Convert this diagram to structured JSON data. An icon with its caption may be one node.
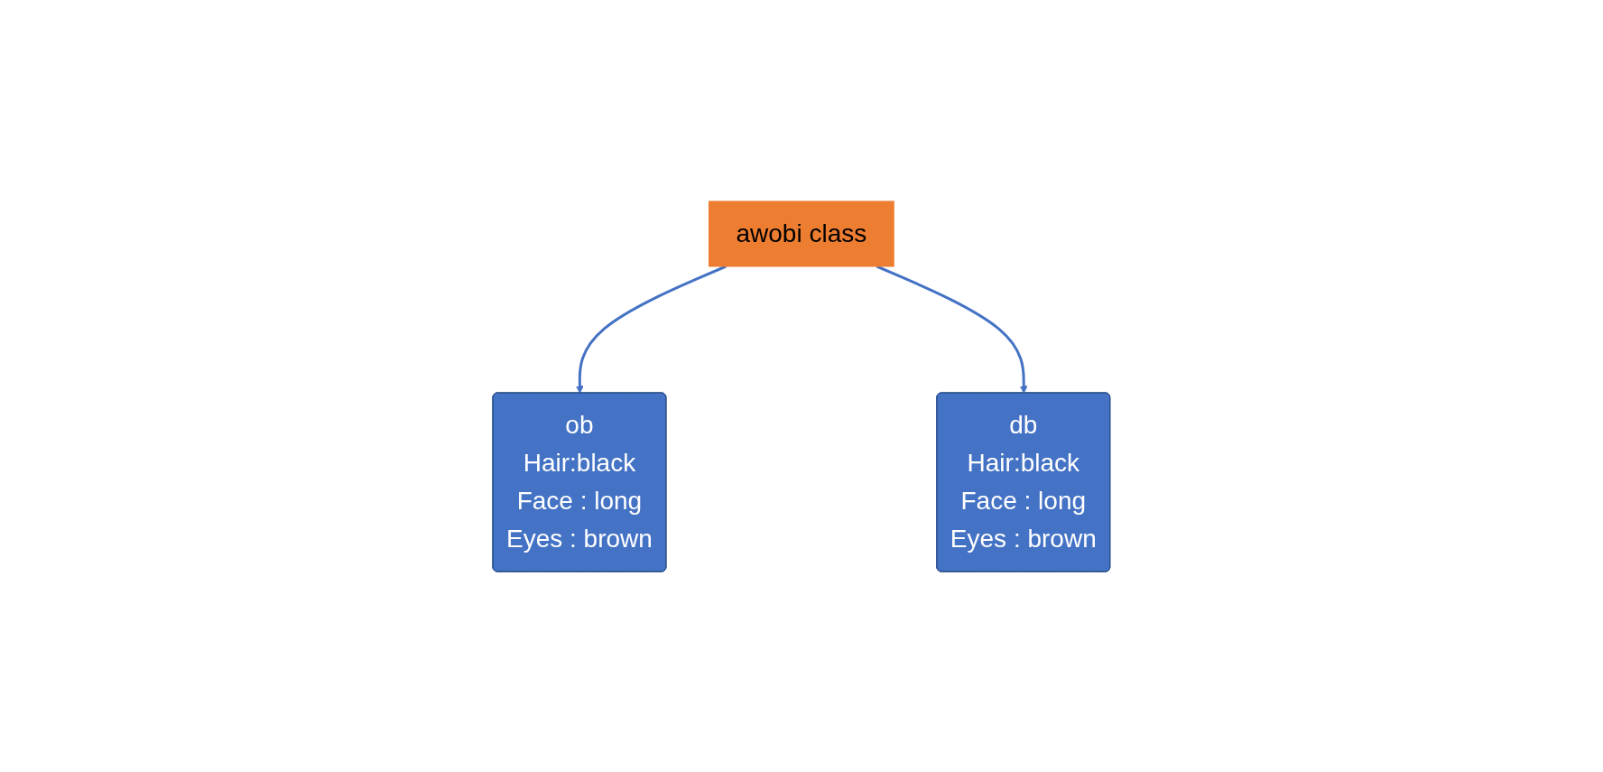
{
  "diagram": {
    "nodes": [
      {
        "text": [
          "awobi class"
        ]
      },
      {
        "text": [
          "ob",
          "Hair:black",
          "Face : long",
          "Eyes : brown"
        ]
      },
      {
        "text": [
          "db",
          "Hair:black",
          "Face : long",
          "Eyes : brown"
        ]
      }
    ],
    "edges": [
      {
        "from": 0,
        "to": 1,
        "arrow": "to"
      },
      {
        "from": 0,
        "to": 2,
        "arrow": "to"
      }
    ]
  }
}
